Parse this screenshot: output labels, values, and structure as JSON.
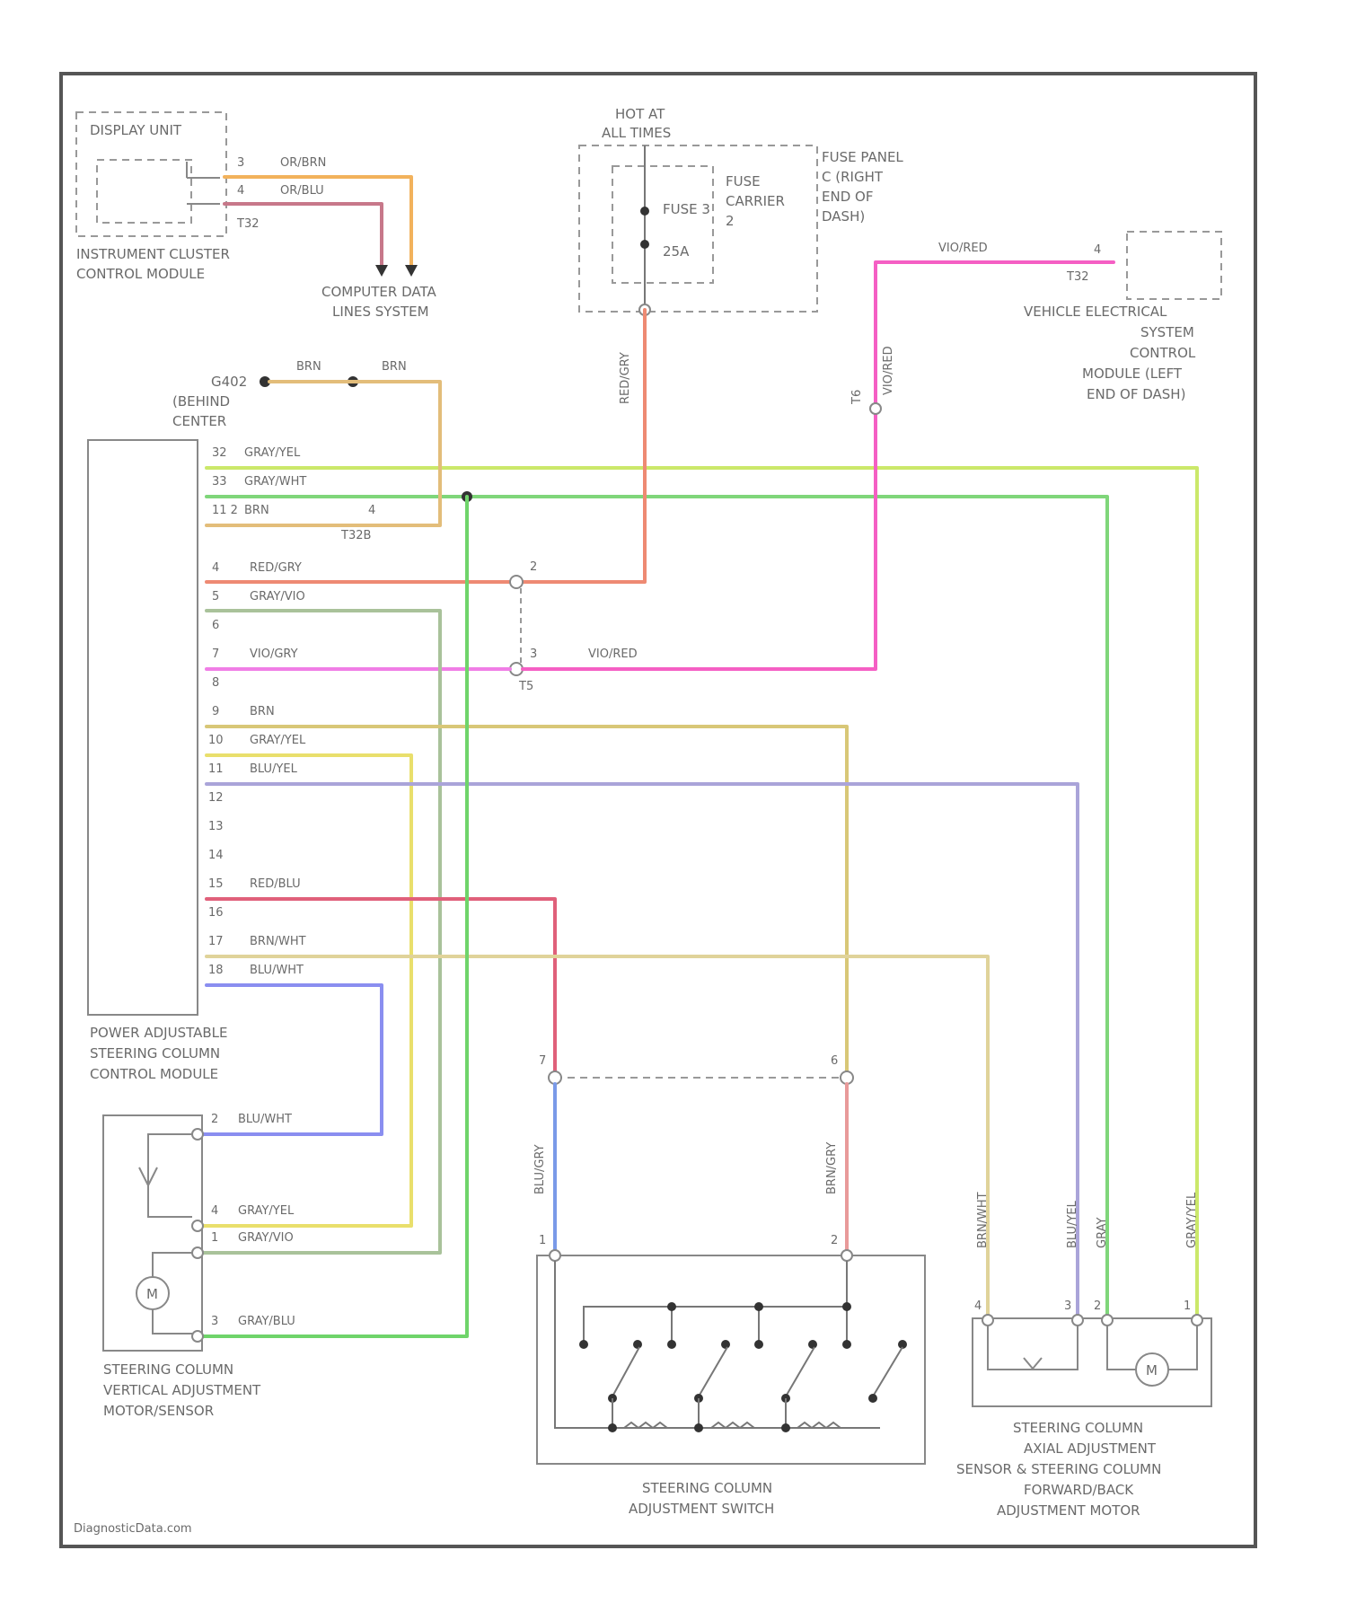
{
  "colors": {
    "or_brn": "#f2b25c",
    "or_blu": "#c7788a",
    "brn": "#e3bd7a",
    "gray_yel": "#cbe86a",
    "gray_wht": "#7fd67a",
    "red_gry": "#ee8a73",
    "gray_vio": "#a9c29a",
    "vio_gry": "#f07ee6",
    "vio_red": "#f55fc4",
    "brn2": "#d8c777",
    "gray_yel2": "#e9df6c",
    "blu_yel": "#aaa4d9",
    "red_blu": "#e0607a",
    "brn_wht": "#e0d39a",
    "blu_wht": "#8a8ef0",
    "gray_blu": "#6fd46a",
    "blu_gry": "#7a9ae8",
    "brn_gry": "#e89a9a"
  },
  "components": {
    "display_unit": "DISPLAY UNIT",
    "instrument_cluster": [
      "INSTRUMENT CLUSTER",
      "CONTROL MODULE"
    ],
    "data_lines": [
      "COMPUTER DATA",
      "LINES SYSTEM"
    ],
    "hot_at": [
      "HOT AT",
      "ALL TIMES"
    ],
    "fuse": "FUSE 3",
    "fuse_rating": "25A",
    "fuse_carrier": [
      "FUSE",
      "CARRIER",
      "2"
    ],
    "fuse_panel": [
      "FUSE PANEL",
      "C (RIGHT",
      "END OF",
      "DASH)"
    ],
    "vesc": [
      "VEHICLE ELECTRICAL",
      "SYSTEM",
      "CONTROL",
      "MODULE (LEFT",
      "END OF DASH)"
    ],
    "ground": [
      "G402"
    ],
    "behind_center": [
      "(BEHIND",
      "CENTER"
    ],
    "control_module": [
      "POWER ADJUSTABLE",
      "STEERING COLUMN",
      "CONTROL MODULE"
    ],
    "vertical_motor": [
      "STEERING COLUMN",
      "VERTICAL ADJUSTMENT",
      "MOTOR/SENSOR"
    ],
    "adj_switch": [
      "STEERING COLUMN",
      "ADJUSTMENT SWITCH"
    ],
    "axial": [
      "STEERING COLUMN",
      "AXIAL ADJUSTMENT",
      "SENSOR & STEERING COLUMN",
      "FORWARD/BACK",
      "ADJUSTMENT MOTOR"
    ],
    "motor_symbol": "M",
    "source": "DiagnosticData.com"
  },
  "wires": {
    "or_brn": "OR/BRN",
    "or_blu": "OR/BLU",
    "t32": "T32",
    "brn": "BRN",
    "gray_yel": "GRAY/YEL",
    "gray_wht": "GRAY/WHT",
    "brn3": "BRN",
    "t32b": "T32B",
    "red_gry": "RED/GRY",
    "gray_vio": "GRAY/VIO",
    "vio_gry": "VIO/GRY",
    "vio_red": "VIO/RED",
    "t5": "T5",
    "brn9": "BRN",
    "gray_yel10": "GRAY/YEL",
    "blu_yel": "BLU/YEL",
    "red_blu": "RED/BLU",
    "brn_wht": "BRN/WHT",
    "blu_wht": "BLU/WHT",
    "blu_wht_m": "BLU/WHT",
    "gray_yel_m": "GRAY/YEL",
    "gray_vio_m": "GRAY/VIO",
    "gray_blu_m": "GRAY/BLU",
    "red_gry_v": "RED/GRY",
    "vio_red_v": "VIO/RED",
    "t6": "T6",
    "blu_gry_v": "BLU/GRY",
    "brn_gry_v": "BRN/GRY",
    "brn_wht_v": "BRN/WHT",
    "blu_yel_v": "BLU/YEL",
    "gray_wht_v": "GRAY",
    "gray_yel_v": "GRAY/YEL"
  },
  "pins": {
    "ic_3": "3",
    "ic_4": "4",
    "cm_top": [
      "32",
      "33",
      "11 2"
    ],
    "cm": [
      "4",
      "5",
      "6",
      "7",
      "8",
      "9",
      "10",
      "11",
      "12",
      "13",
      "14",
      "15",
      "16",
      "17",
      "18"
    ],
    "vm_2": "2",
    "vm_4": "4",
    "vm_1": "1",
    "vm_3": "3",
    "t32b_4": "4",
    "t5_2": "2",
    "t5_3": "3",
    "vesc_4": "4",
    "sw_l": "7",
    "sw_r": "6",
    "sw_lb": "1",
    "sw_rb": "2",
    "ax": [
      "4",
      "3",
      "2",
      "1"
    ]
  }
}
